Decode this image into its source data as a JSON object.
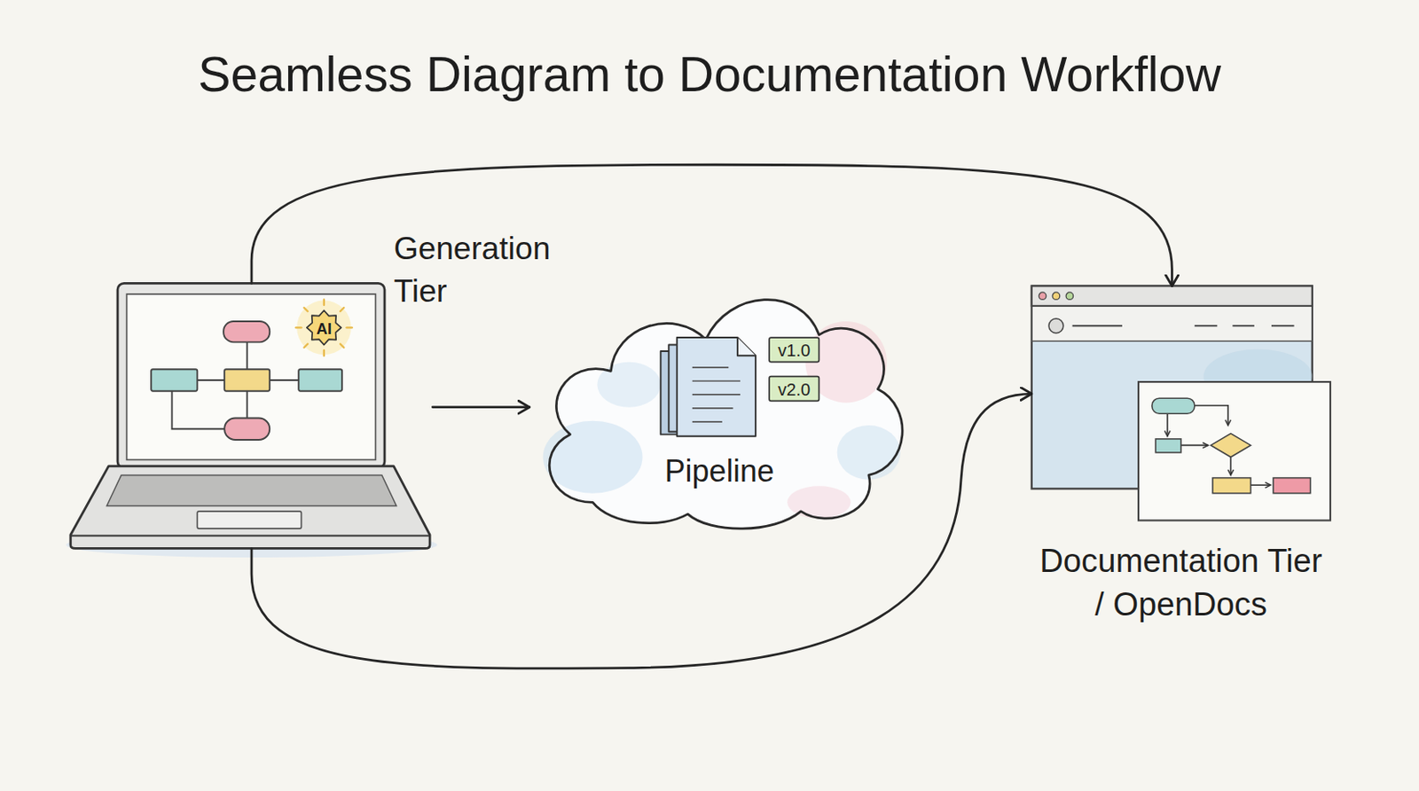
{
  "diagram": {
    "title": "Seamless Diagram to Documentation Workflow",
    "nodes": [
      {
        "text": [
          "Generation Tier"
        ]
      },
      {
        "text": [
          "Pipeline"
        ]
      },
      {
        "text": [
          "Documentation Tier / OpenDocs"
        ]
      }
    ],
    "edges": [
      {
        "from": 0,
        "to": 1,
        "arrow": "to"
      },
      {
        "from": 0,
        "to": 2,
        "arrow": "to"
      },
      {
        "from": 0,
        "to": 2,
        "arrow": "to"
      }
    ],
    "labels": [
      "AI",
      "v1.0",
      "v2.0"
    ]
  }
}
